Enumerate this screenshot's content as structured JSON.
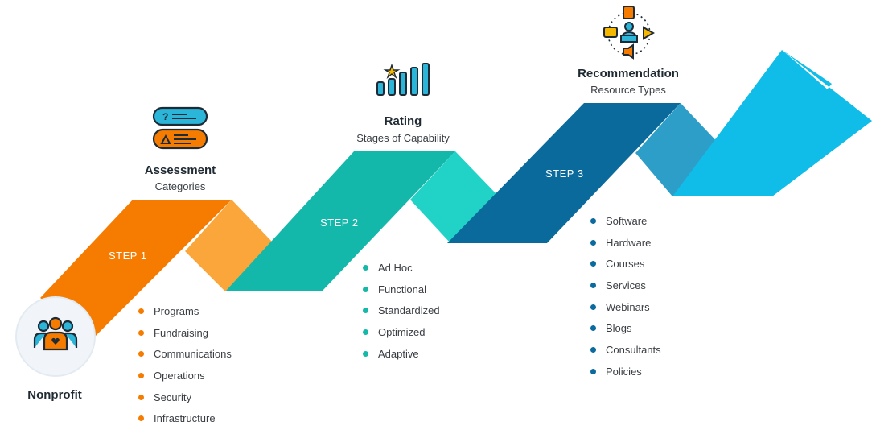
{
  "colors": {
    "orange_dark": "#f57c00",
    "orange_light": "#fba63a",
    "teal_dark": "#14b8aa",
    "teal_light": "#21d3c6",
    "blue_dark": "#0a6a9c",
    "blue_mid": "#2d9ec7",
    "cyan": "#10bde9",
    "bullet_orange": "#f57c00",
    "bullet_teal": "#16b8a8",
    "bullet_blue": "#0b6b9e"
  },
  "nonprofit": {
    "label": "Nonprofit",
    "icon": "people-group-icon"
  },
  "steps": [
    {
      "step_label": "STEP 1",
      "title": "Assessment",
      "subtitle": "Categories",
      "icon": "question-list-icon",
      "items": [
        "Programs",
        "Fundraising",
        "Communications",
        "Operations",
        "Security",
        "Infrastructure"
      ]
    },
    {
      "step_label": "STEP 2",
      "title": "Rating",
      "subtitle": "Stages of Capability",
      "icon": "bar-chart-star-icon",
      "items": [
        "Ad Hoc",
        "Functional",
        "Standardized",
        "Optimized",
        "Adaptive"
      ]
    },
    {
      "step_label": "STEP 3",
      "title": "Recommendation",
      "subtitle": "Resource Types",
      "icon": "resource-hub-icon",
      "items": [
        "Software",
        "Hardware",
        "Courses",
        "Services",
        "Webinars",
        "Blogs",
        "Consultants",
        "Policies"
      ]
    }
  ]
}
